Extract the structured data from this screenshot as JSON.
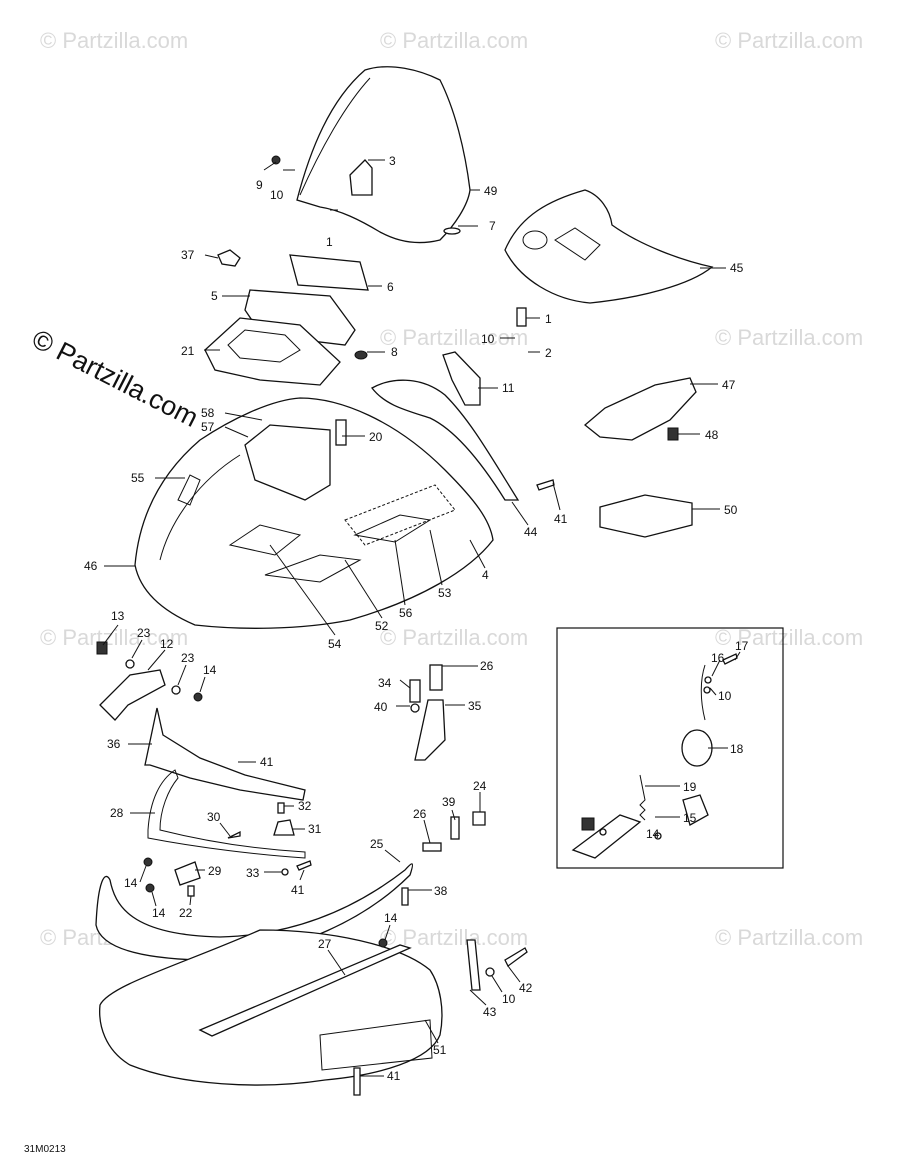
{
  "watermark_text": "© Partzilla.com",
  "figure_code": "31M0213",
  "callouts": {
    "c1a": "1",
    "c1b": "1",
    "c2": "2",
    "c3": "3",
    "c4": "4",
    "c5": "5",
    "c6": "6",
    "c7": "7",
    "c8": "8",
    "c9": "9",
    "c10a": "10",
    "c10b": "10",
    "c10c": "10",
    "c10d": "10",
    "c11": "11",
    "c12": "12",
    "c13": "13",
    "c14a": "14",
    "c14b": "14",
    "c14c": "14",
    "c14d": "14",
    "c14e": "14",
    "c15": "15",
    "c16": "16",
    "c17": "17",
    "c18": "18",
    "c19": "19",
    "c20": "20",
    "c21": "21",
    "c22": "22",
    "c23a": "23",
    "c23b": "23",
    "c24": "24",
    "c25": "25",
    "c26a": "26",
    "c26b": "26",
    "c27": "27",
    "c28": "28",
    "c29": "29",
    "c30": "30",
    "c31": "31",
    "c32": "32",
    "c33": "33",
    "c34": "34",
    "c35": "35",
    "c36": "36",
    "c37": "37",
    "c38": "38",
    "c39": "39",
    "c40": "40",
    "c41a": "41",
    "c41b": "41",
    "c41c": "41",
    "c41d": "41",
    "c42": "42",
    "c43": "43",
    "c44": "44",
    "c45": "45",
    "c46": "46",
    "c47": "47",
    "c48": "48",
    "c49": "49",
    "c50": "50",
    "c51": "51",
    "c52": "52",
    "c53": "53",
    "c54": "54",
    "c55": "55",
    "c56": "56",
    "c57": "57",
    "c58": "58"
  }
}
